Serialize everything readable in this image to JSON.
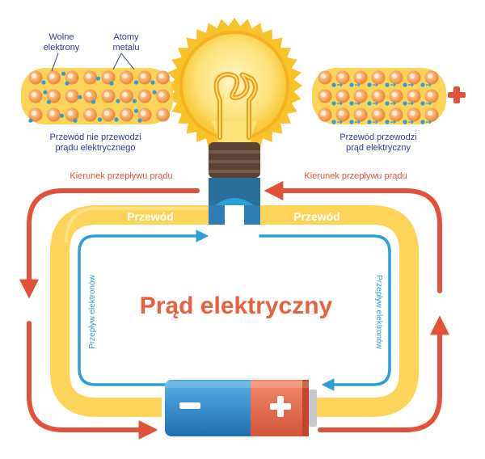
{
  "title": "Prąd elektryczny",
  "wire_label_left": "Przewód",
  "wire_label_right": "Przewód",
  "current_direction_left": "Kierunek przepływu prądu",
  "current_direction_right": "Kierunek przepływu prądu",
  "electron_flow_left": "Przepływ elektronów",
  "electron_flow_right": "Przepływ elektronów",
  "inset_left": {
    "label_free_electrons": [
      "Wolne",
      "elektrony"
    ],
    "label_metal_atoms": [
      "Atomy",
      "metalu"
    ],
    "caption": [
      "Przewód nie przewodzi",
      "prądu elektrycznego"
    ]
  },
  "inset_right": {
    "caption": [
      "Przewód przewodzi",
      "prąd elektryczny"
    ]
  },
  "battery": {
    "negative_symbol": "minus",
    "positive_symbol": "plus"
  },
  "colors": {
    "current_arrow": "#e0533a",
    "electron_arrow": "#2a9fd8",
    "wire": "#fcd45a",
    "wire_label": "#ffffff",
    "title": "#e8613f",
    "text_dark": "#2f3b8f",
    "bulb_glow": "#f7c22a",
    "battery_neg": "#2e86c8",
    "battery_pos": "#e06a4a"
  }
}
